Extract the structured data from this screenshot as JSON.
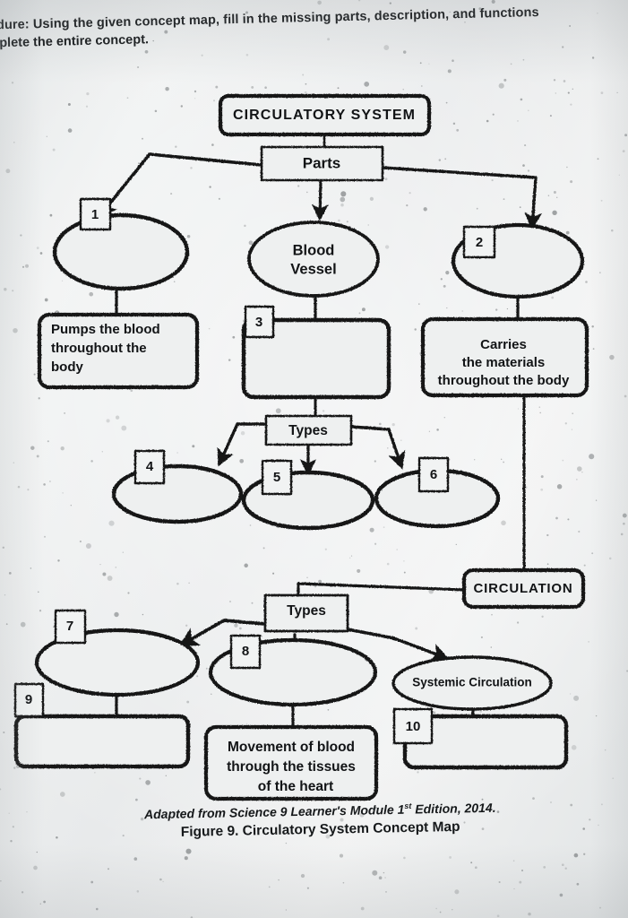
{
  "instruction": {
    "line1": "edure: Using the given concept map, fill in the missing parts, description, and functions",
    "line2": "mplete the entire concept."
  },
  "diagram": {
    "title_node": "CIRCULATORY SYSTEM",
    "parts_label": "Parts",
    "types_label_upper": "Types",
    "types_label_lower": "Types",
    "circulation_label": "CIRCULATION",
    "blood_vessel": "Blood\nVessel",
    "blood_vessel_line1": "Blood",
    "blood_vessel_line2": "Vessel",
    "systemic_circulation": "Systemic Circulation",
    "pumps_line1": "Pumps the blood",
    "pumps_line2": "throughout the",
    "pumps_line3": "body",
    "carries_line1": "Carries",
    "carries_line2": "the materials",
    "carries_line3": "throughout the body",
    "movement_line1": "Movement of blood",
    "movement_line2": "through the tissues",
    "movement_line3": "of the heart",
    "blanks": {
      "n1": "1",
      "n2": "2",
      "n3": "3",
      "n4": "4",
      "n5": "5",
      "n6": "6",
      "n7": "7",
      "n8": "8",
      "n9": "9",
      "n10": "10"
    }
  },
  "caption": {
    "source": "Adapted from Science 9 Learner's Module 1",
    "source_sup": "st",
    "source_tail": " Edition, 2014.",
    "figure": "Figure 9. Circulatory System Concept Map"
  },
  "colors": {
    "ink": "#121416",
    "paper": "#e9ebec"
  }
}
